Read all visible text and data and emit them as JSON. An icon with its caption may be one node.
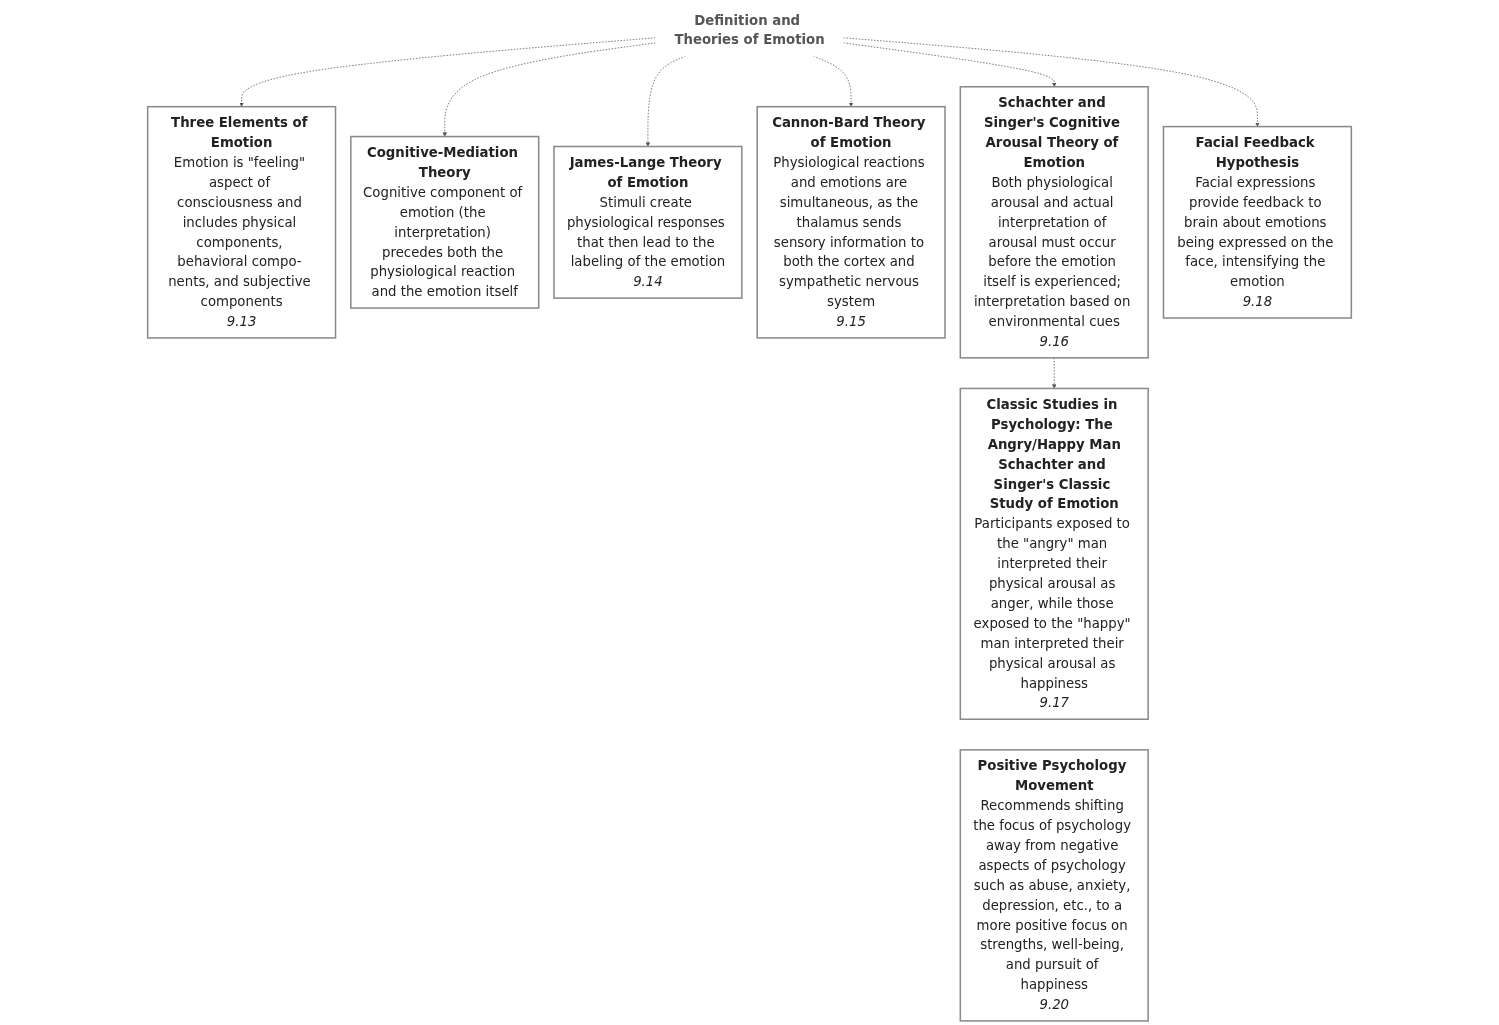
{
  "diagram": {
    "nodes": [
      {
        "text": [
          "Definition and Theories of Emotion"
        ]
      },
      {
        "text": [
          "Three Elements of Emotion",
          "Emotion is \"feeling\" aspect of consciousness and includes physical components, behavioral compo- nents, and subjective components",
          "9.13"
        ]
      },
      {
        "text": [
          "Cognitive-Mediation Theory",
          "Cognitive component of emotion (the interpretation) precedes both the physiological reaction and the emotion itself"
        ]
      },
      {
        "text": [
          "James-Lange Theory of Emotion",
          "Stimuli create physiological responses that then lead to the labeling of the emotion",
          "9.14"
        ]
      },
      {
        "text": [
          "Cannon-Bard Theory of Emotion",
          "Physiological reactions and emotions are simultaneous, as the thalamus sends sensory information to both the cortex and sympathetic nervous system",
          "9.15"
        ]
      },
      {
        "text": [
          "Schachter and Singer's Cognitive Arousal Theory of Emotion",
          "Both physiological arousal and actual interpretation of arousal must occur before the emotion itself is experienced; interpretation based on environmental cues",
          "9.16"
        ]
      },
      {
        "text": [
          "Facial Feedback Hypothesis",
          "Facial expressions provide feedback to brain about emotions being expressed on the face, intensifying the emotion",
          "9.18"
        ]
      },
      {
        "text": [
          "Classic Studies in Psychology: The Angry/Happy Man",
          "Schachter and Singer's Classic Study of Emotion",
          "Participants exposed to the \"angry\" man interpreted their physical arousal as anger, while those exposed to the \"happy\" man interpreted their physical arousal as happiness",
          "9.17"
        ]
      },
      {
        "text": [
          "Positive Psychology Movement",
          "Recommends shifting the focus of psychology away from negative aspects of psychology such as abuse, anxiety, depression, etc., to a more positive focus on strengths, well-being, and pursuit of happiness",
          "9.20"
        ]
      }
    ],
    "edges": [
      {
        "from": 0,
        "to": 1,
        "arrow": "to",
        "style": "dashed"
      },
      {
        "from": 0,
        "to": 3,
        "arrow": "to",
        "style": "dashed"
      },
      {
        "from": 0,
        "to": 4,
        "arrow": "to",
        "style": "dashed"
      },
      {
        "from": 0,
        "to": 5,
        "arrow": "to",
        "style": "dashed"
      },
      {
        "from": 0,
        "to": 6,
        "arrow": "to",
        "style": "dashed"
      },
      {
        "from": 0,
        "to": 2,
        "arrow": "to",
        "style": "dashed"
      },
      {
        "from": 5,
        "to": 7,
        "arrow": "to",
        "style": "dashed"
      }
    ]
  }
}
